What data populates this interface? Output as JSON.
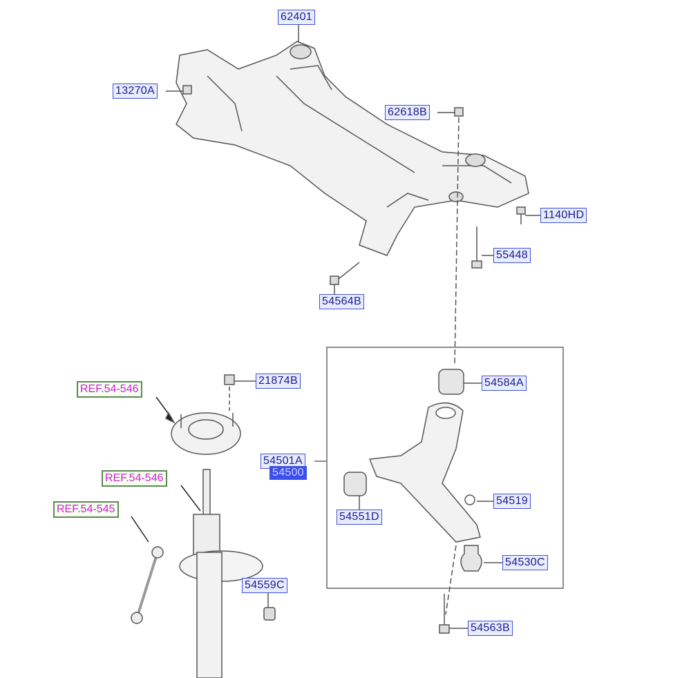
{
  "labels": {
    "p62401": "62401",
    "p13270A": "13270A",
    "p62618B": "62618B",
    "p1140HD": "1140HD",
    "p55448": "55448",
    "p54564B": "54564B",
    "p21874B": "21874B",
    "p54584A": "54584A",
    "p54501A": "54501A",
    "p54500": "54500",
    "p54519": "54519",
    "p54551D": "54551D",
    "p54530C": "54530C",
    "p54559C": "54559C",
    "p54563B": "54563B"
  },
  "references": {
    "ref1": "REF.54-546",
    "ref2": "REF.54-546",
    "ref3": "REF.54-545"
  },
  "colors": {
    "label_border": "#3c50d8",
    "ref_text": "#d21ed2",
    "ref_border": "#5a8a50"
  }
}
